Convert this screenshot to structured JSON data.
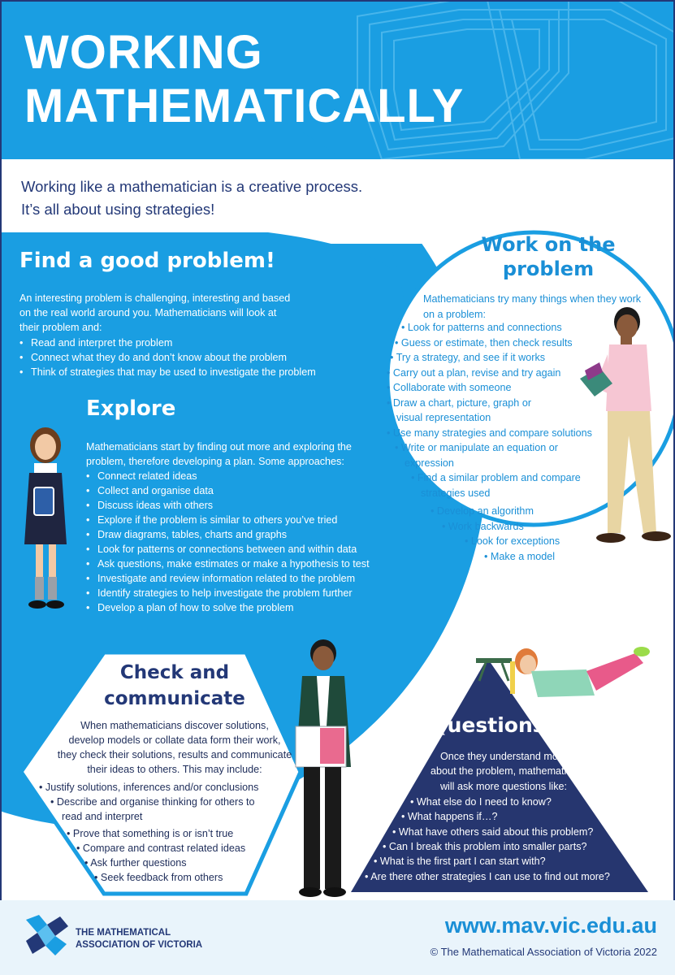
{
  "title": {
    "line1": "WORKING",
    "line2": "MATHEMATICALLY"
  },
  "intro": {
    "line1": "Working like a mathematician is a creative process.",
    "line2": "It’s all about using strategies!"
  },
  "find_problem": {
    "heading": "Find a good problem!",
    "body_lines": [
      "An interesting problem is challenging, interesting and based",
      "on the real world around you. Mathematicians will look at",
      "their problem and:"
    ],
    "bullets": [
      "Read and interpret the problem",
      "Connect what they do and don’t know about the problem",
      "Think of strategies that may be used to investigate the problem"
    ]
  },
  "explore": {
    "heading": "Explore",
    "body_lines": [
      "Mathematicians start by finding out more and exploring the",
      "problem, therefore developing a plan. Some approaches:"
    ],
    "bullets": [
      "Connect related ideas",
      "Collect and organise data",
      "Discuss ideas with others",
      "Explore if the problem is similar to others you’ve tried",
      "Draw diagrams, tables, charts and graphs",
      "Look for patterns or connections between and within data",
      "Ask questions, make estimates or make a hypothesis to test",
      "Investigate and review information related to the problem",
      "Identify strategies to help investigate the problem further",
      "Develop a plan of how to solve the problem"
    ]
  },
  "work": {
    "heading_line1": "Work on the",
    "heading_line2": "problem",
    "body_lines": [
      "Mathematicians try many things when they work",
      "on a problem:"
    ],
    "bullets": [
      "Look for patterns and connections",
      "Guess or estimate, then check results",
      "Try a strategy, and see if it works",
      "Carry out a plan, revise and try again",
      "Collaborate with someone",
      "Draw a chart, picture, graph or",
      "visual representation",
      "Use many strategies and compare solutions",
      "Write or manipulate an equation or",
      "expression",
      "Find a similar problem and compare",
      "strategies used",
      "Develop an algorithm",
      "Work backwards",
      "Look for exceptions",
      "Make a model"
    ]
  },
  "check": {
    "heading_line1": "Check and",
    "heading_line2": "communicate",
    "body_lines": [
      "When mathematicians discover solutions,",
      "develop models or collate data form their work,",
      "they check their solutions, results and communicate",
      "their ideas to others. This may include:"
    ],
    "bullets": [
      "Justify solutions, inferences and/or conclusions",
      "Describe and organise thinking for others to",
      "read and interpret",
      "Prove that something is or isn’t true",
      "Compare and contrast related ideas",
      "Ask further questions",
      "Seek feedback from others"
    ]
  },
  "questions": {
    "heading": "Questions",
    "body_lines": [
      "Once they understand more",
      "about the problem, mathematics",
      "will ask more questions like:"
    ],
    "bullets": [
      "What else do I need to know?",
      "What happens if…?",
      "What have others said about this problem?",
      "Can I break this problem into smaller parts?",
      "What is the first part I can start with?",
      "Are there other strategies I can use to find out more?"
    ]
  },
  "footer": {
    "org_line1": "THE MATHEMATICAL",
    "org_line2": "ASSOCIATION OF VICTORIA",
    "url": "www.mav.vic.edu.au",
    "copyright": "© The Mathematical Association of Victoria 2022"
  },
  "colors": {
    "primary_blue": "#1a9ee2",
    "navy": "#233877",
    "footer_bg": "#e9f4fb"
  },
  "icons": [
    "mav-logo-icon",
    "student-girl-illustration",
    "teacher-man-illustration",
    "student-boy-illustration",
    "student-lying-illustration"
  ]
}
